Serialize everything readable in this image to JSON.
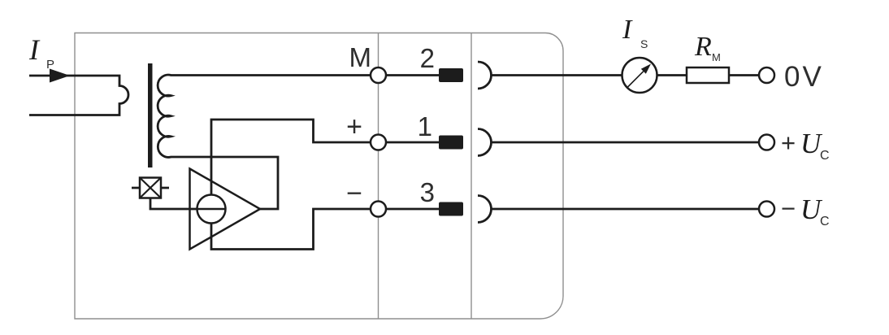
{
  "diagram": {
    "kind": "closed-loop current transducer connection schematic",
    "primary": {
      "current_main": "I",
      "current_sub": "P"
    },
    "internal_terminals": [
      {
        "name": "M",
        "pin": "2"
      },
      {
        "name": "+",
        "pin": "1"
      },
      {
        "name": "−",
        "pin": "3"
      }
    ],
    "output": {
      "secondary_current_main": "I",
      "secondary_current_sub": "S",
      "resistor_main": "R",
      "resistor_sub": "M",
      "rail_0v": "0V",
      "rail_pos_sign": "+",
      "rail_pos_main": "U",
      "rail_pos_sub": "C",
      "rail_neg_sign": "−",
      "rail_neg_main": "U",
      "rail_neg_sub": "C"
    },
    "colors": {
      "wire": "#1c1c1c",
      "case_outline": "#8f8f8f",
      "background": "#ffffff",
      "text": "#2e2e2e"
    }
  }
}
